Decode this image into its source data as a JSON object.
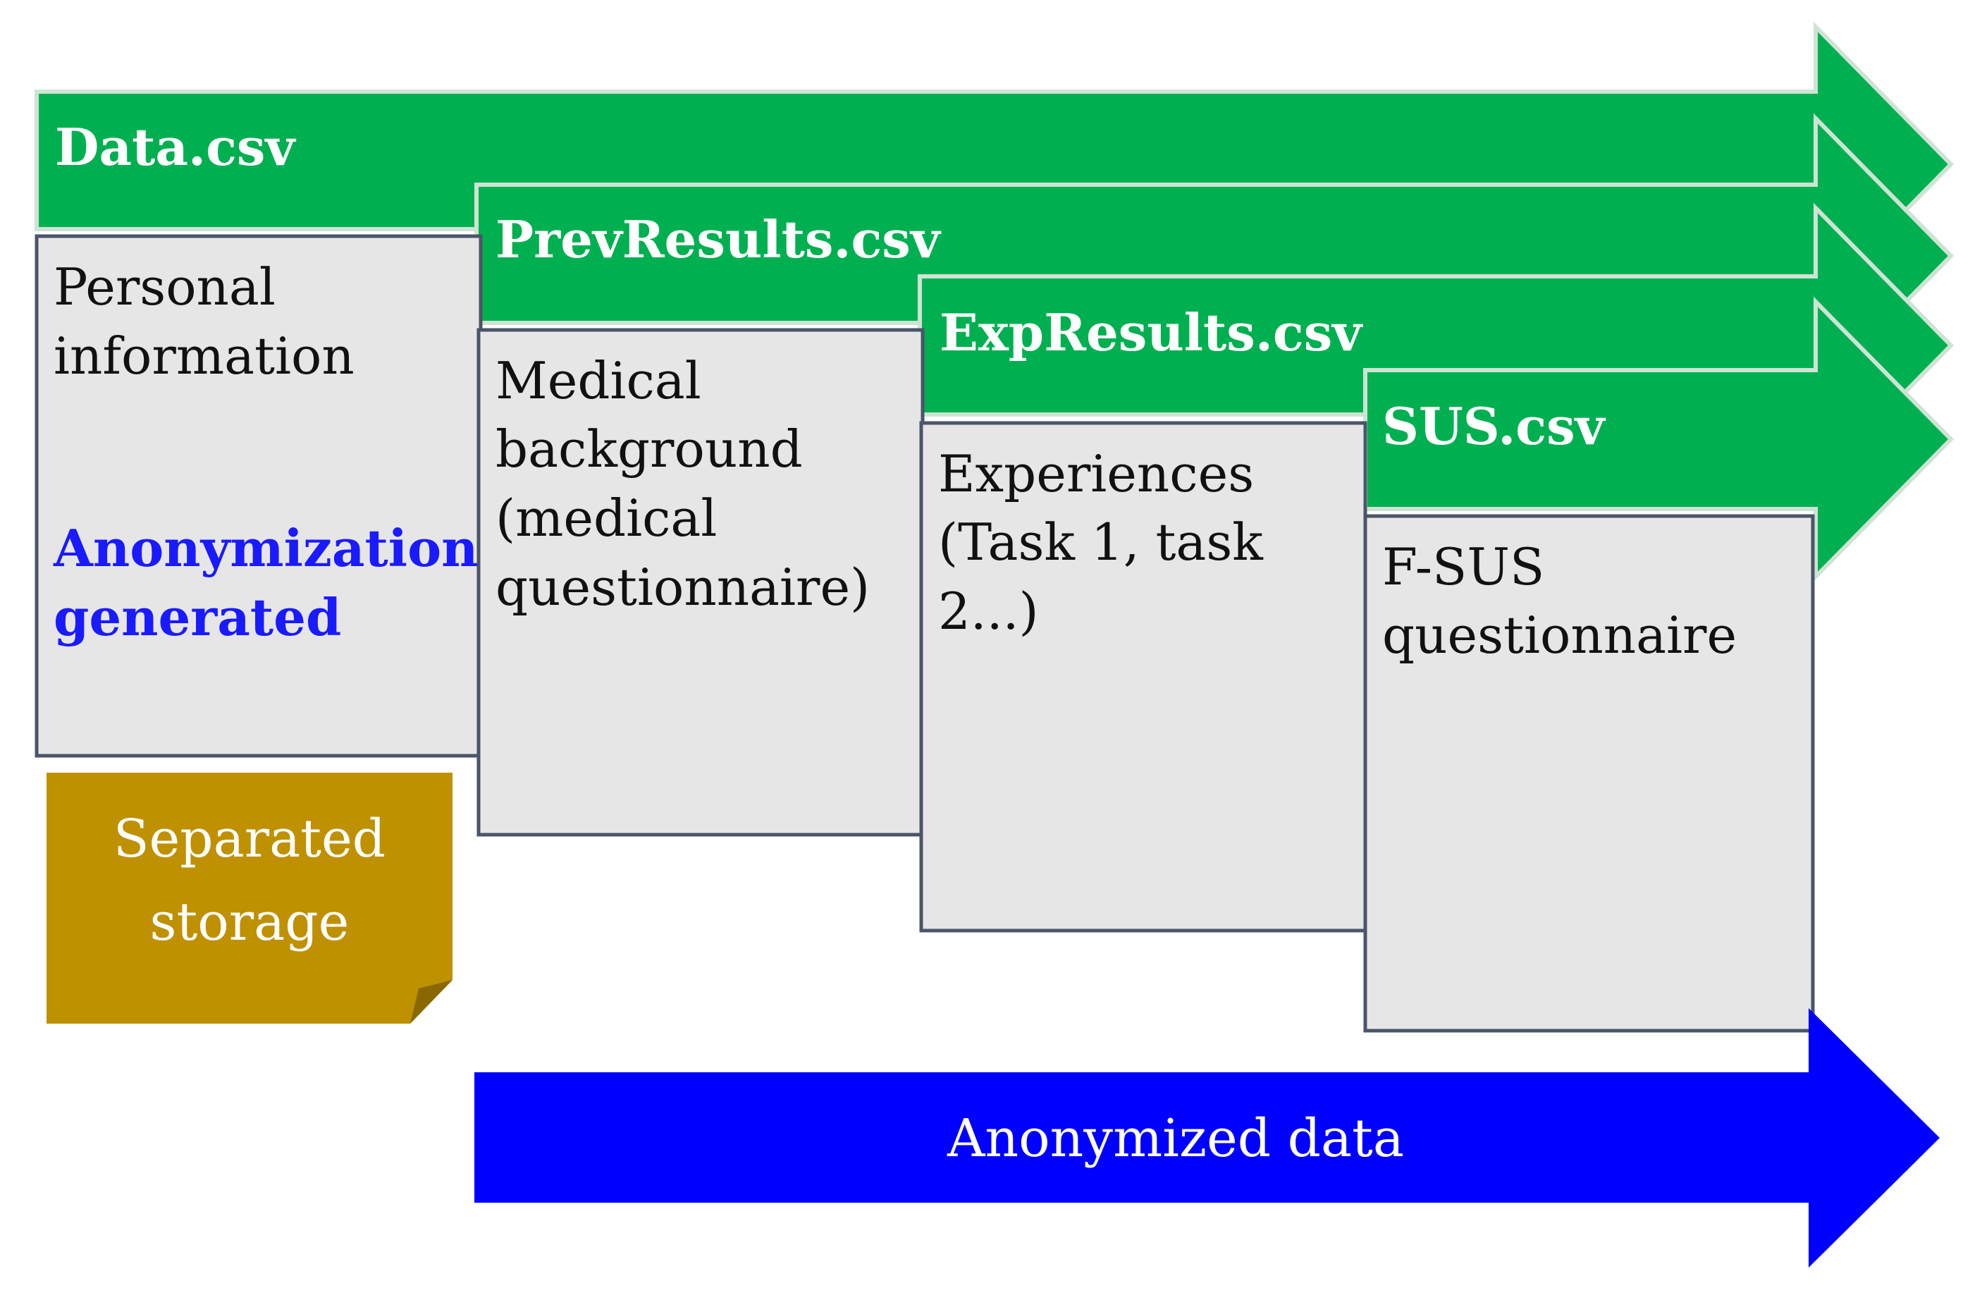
{
  "colors": {
    "file_arrow": "#00B050",
    "file_arrow_border": "#CFE3D5",
    "content_box": "#E6E6E6",
    "content_box_border": "#4A5568",
    "storage_note": "#BF9000",
    "anonymized_arrow": "#0000FF",
    "anonymization_text": "#1A1AFF"
  },
  "files": [
    {
      "name": "Data.csv",
      "content": [
        "Personal",
        "information"
      ],
      "highlight": [
        "Anonymization",
        "generated"
      ]
    },
    {
      "name": "PrevResults.csv",
      "content": [
        "Medical",
        "background",
        "(medical",
        "questionnaire)"
      ]
    },
    {
      "name": "ExpResults.csv",
      "content": [
        "Experiences",
        "(Task 1, task",
        "2...)"
      ]
    },
    {
      "name": "SUS.csv",
      "content": [
        "F-SUS",
        "questionnaire"
      ]
    }
  ],
  "storage_note": {
    "lines": [
      "Separated",
      "storage"
    ]
  },
  "anonymized_arrow": {
    "label": "Anonymized data"
  }
}
